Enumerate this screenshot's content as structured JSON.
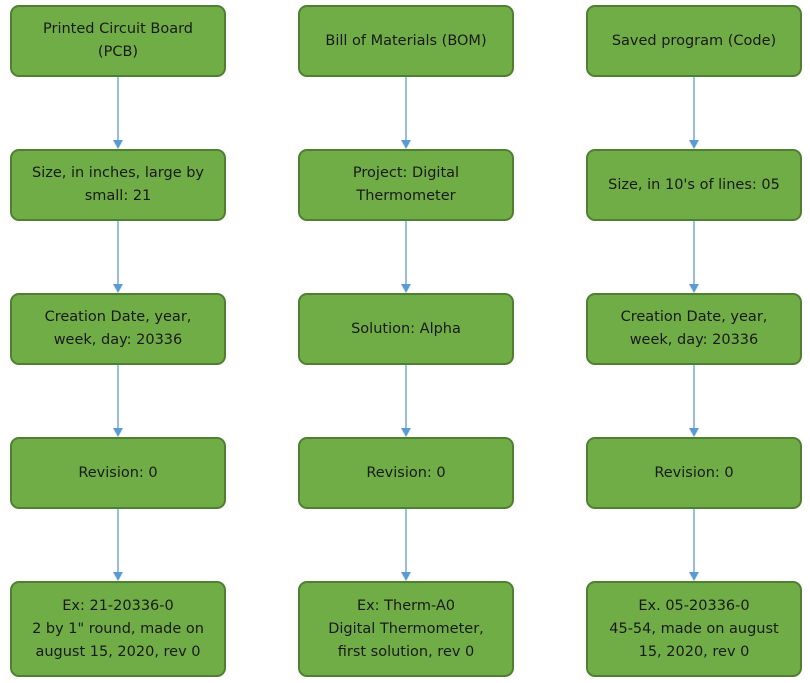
{
  "diagram": {
    "columns": [
      {
        "nodes": [
          "Printed Circuit Board\n(PCB)",
          "Size, in inches, large by\nsmall: 21",
          "Creation Date, year,\nweek, day: 20336",
          "Revision: 0",
          "Ex: 21-20336-0\n2 by 1\" round, made on\naugust 15, 2020, rev 0"
        ]
      },
      {
        "nodes": [
          "Bill of Materials (BOM)",
          "Project: Digital\nThermometer",
          "Solution: Alpha",
          "Revision: 0",
          "Ex: Therm-A0\nDigital Thermometer,\nfirst solution, rev 0"
        ]
      },
      {
        "nodes": [
          "Saved program (Code)",
          "Size, in 10's of lines: 05",
          "Creation Date, year,\nweek, day: 20336",
          "Revision: 0",
          "Ex. 05-20336-0\n45-54, made on august\n15, 2020, rev 0"
        ]
      }
    ],
    "colors": {
      "node_fill": "#70ad47",
      "node_border": "#507e32",
      "arrow": "#5b9bd5",
      "text": "#1a1a1a"
    }
  }
}
